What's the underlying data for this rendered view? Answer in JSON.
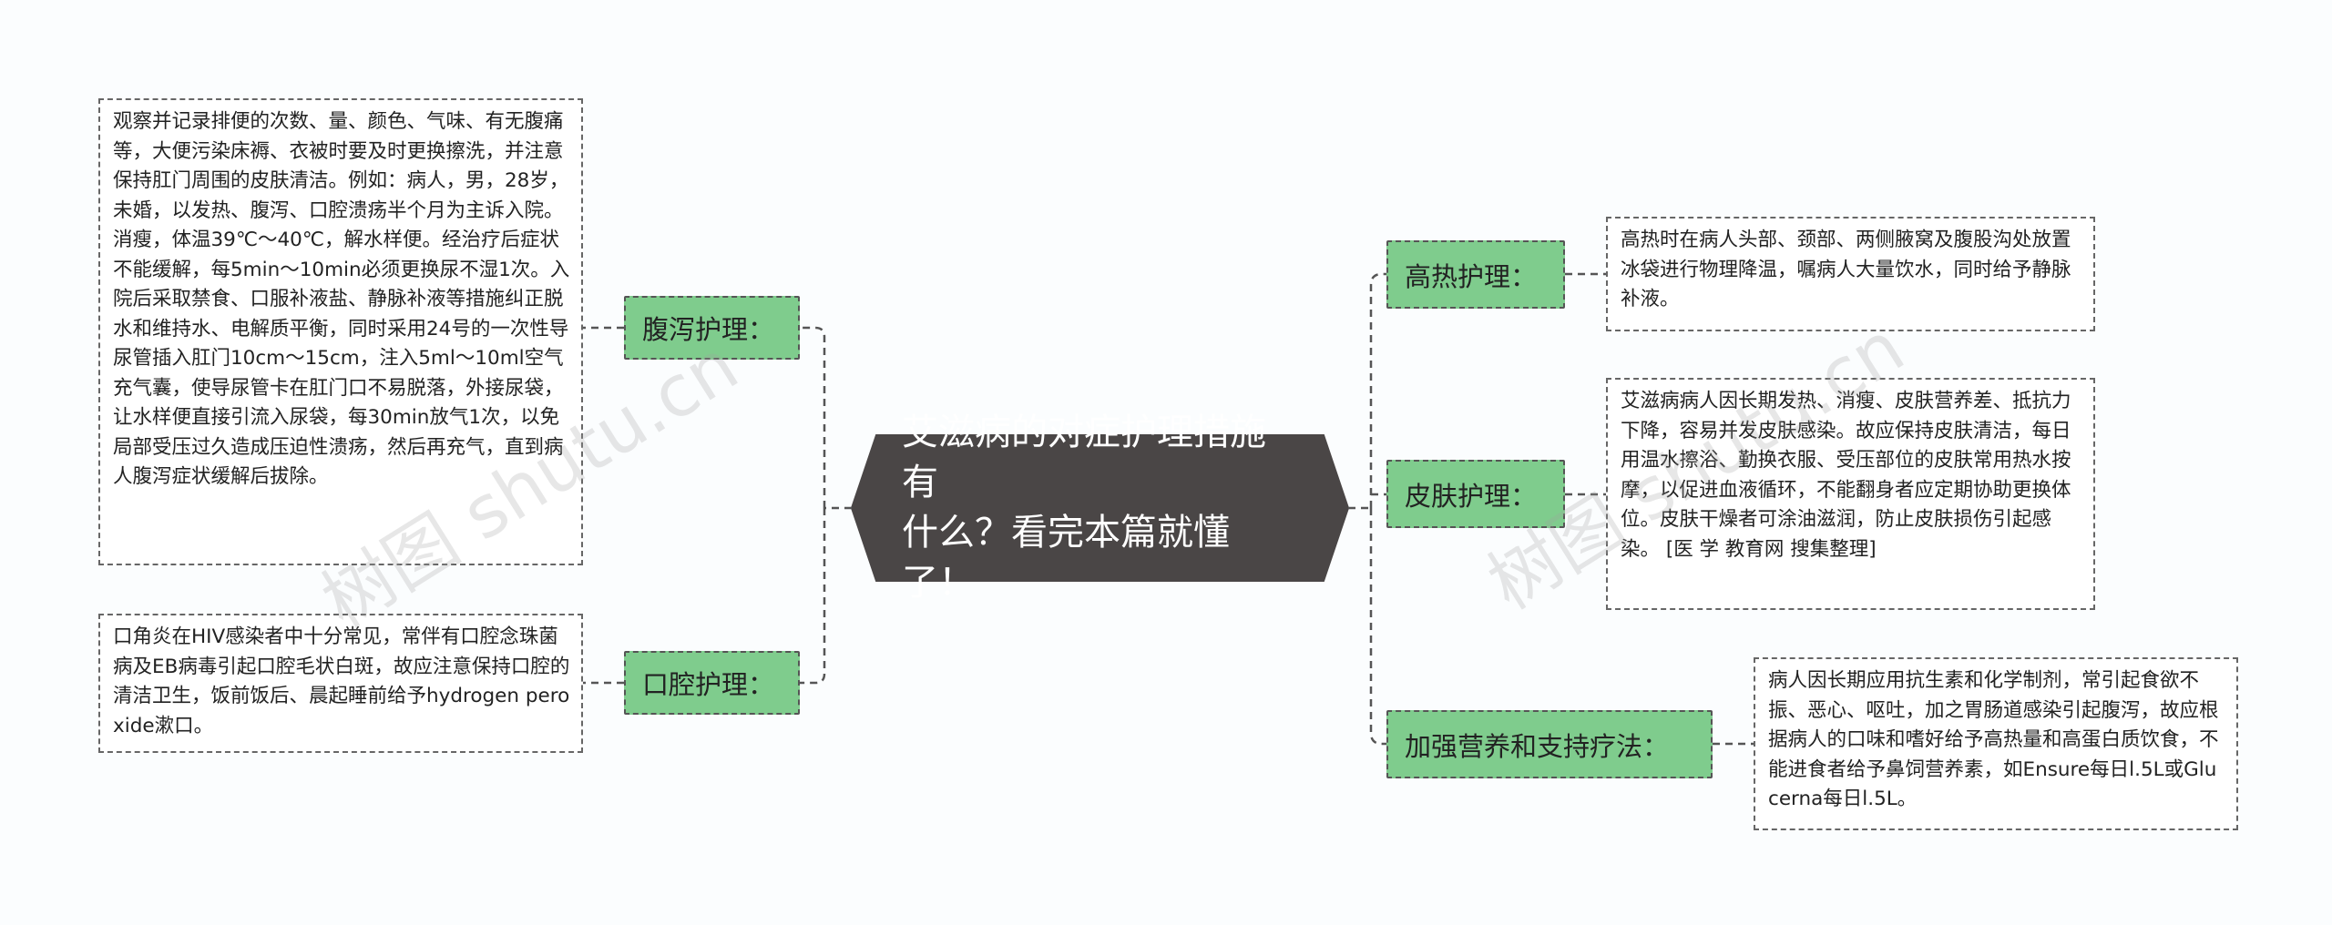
{
  "central": {
    "line1": "艾滋病的对症护理措施有",
    "line2": "什么？看完本篇就懂了！"
  },
  "left_branches": [
    {
      "label": "腹泻护理：",
      "leaf": "观察并记录排便的次数、量、颜色、气味、有无腹痛等，大便污染床褥、衣被时要及时更换擦洗，并注意保持肛门周围的皮肤清洁。例如：病人，男，28岁，未婚，以发热、腹泻、口腔溃疡半个月为主诉入院。消瘦，体温39℃～40℃，解水样便。经治疗后症状不能缓解，每5min～10min必须更换尿不湿1次。入院后采取禁食、口服补液盐、静脉补液等措施纠正脱水和维持水、电解质平衡，同时采用24号的一次性导尿管插入肛门10cm～15cm，注入5ml～10ml空气充气囊，使导尿管卡在肛门口不易脱落，外接尿袋，让水样便直接引流入尿袋，每30min放气1次，以免局部受压过久造成压迫性溃疡，然后再充气，直到病人腹泻症状缓解后拔除。"
    },
    {
      "label": "口腔护理：",
      "leaf": "口角炎在HIV感染者中十分常见，常伴有口腔念珠菌病及EB病毒引起口腔毛状白斑，故应注意保持口腔的清洁卫生，饭前饭后、晨起睡前给予hydrogen peroxide漱口。"
    }
  ],
  "right_branches": [
    {
      "label": "高热护理：",
      "leaf": "高热时在病人头部、颈部、两侧腋窝及腹股沟处放置冰袋进行物理降温，嘱病人大量饮水，同时给予静脉补液。"
    },
    {
      "label": "皮肤护理：",
      "leaf": "艾滋病病人因长期发热、消瘦、皮肤营养差、抵抗力下降，容易并发皮肤感染。故应保持皮肤清洁，每日用温水擦浴、勤换衣服、受压部位的皮肤常用热水按摩，以促进血液循环，不能翻身者应定期协助更换体位。皮肤干燥者可涂油滋润，防止皮肤损伤引起感染。 [医 学 教育网 搜集整理]"
    },
    {
      "label": "加强营养和支持疗法：",
      "leaf": "病人因长期应用抗生素和化学制剂，常引起食欲不振、恶心、呕吐，加之胃肠道感染引起腹泻，故应根据病人的口味和嗜好给予高热量和高蛋白质饮食，不能进食者给予鼻饲营养素，如Ensure每日l.5L或Glucerna每日l.5L。"
    }
  ],
  "watermarks": [
    "树图 shutu.cn",
    "树图 shutu.cn"
  ],
  "colors": {
    "central_bg": "#4a4646",
    "branch_bg": "#7fcc8d",
    "line": "#555555"
  }
}
